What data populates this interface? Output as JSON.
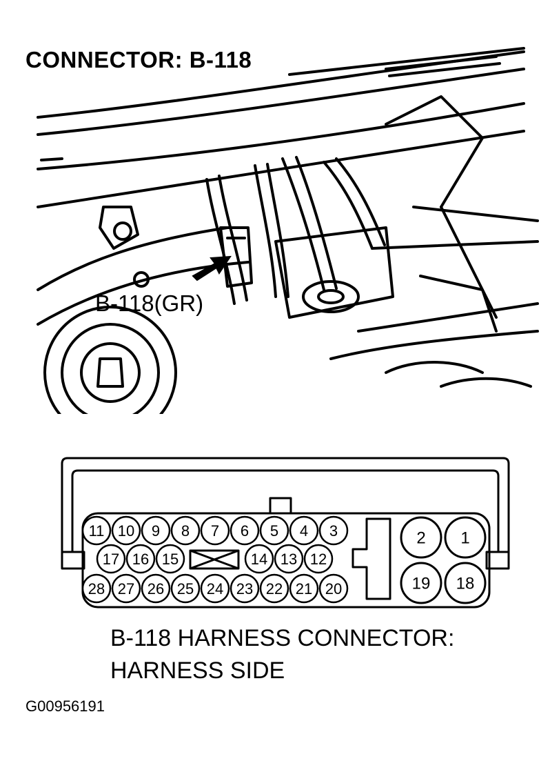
{
  "title": "CONNECTOR: B-118",
  "callout_label": "B-118(GR)",
  "caption_line1": "B-118 HARNESS CONNECTOR:",
  "caption_line2": "HARNESS SIDE",
  "figure_id": "G00956191",
  "connector": {
    "row1": [
      "11",
      "10",
      "9",
      "8",
      "7",
      "6",
      "5",
      "4",
      "3"
    ],
    "row2_left": [
      "17",
      "16",
      "15"
    ],
    "row2_right": [
      "14",
      "13",
      "12"
    ],
    "row3": [
      "28",
      "27",
      "26",
      "25",
      "24",
      "23",
      "22",
      "21",
      "20"
    ],
    "big_pins": [
      "2",
      "1",
      "19",
      "18"
    ]
  }
}
